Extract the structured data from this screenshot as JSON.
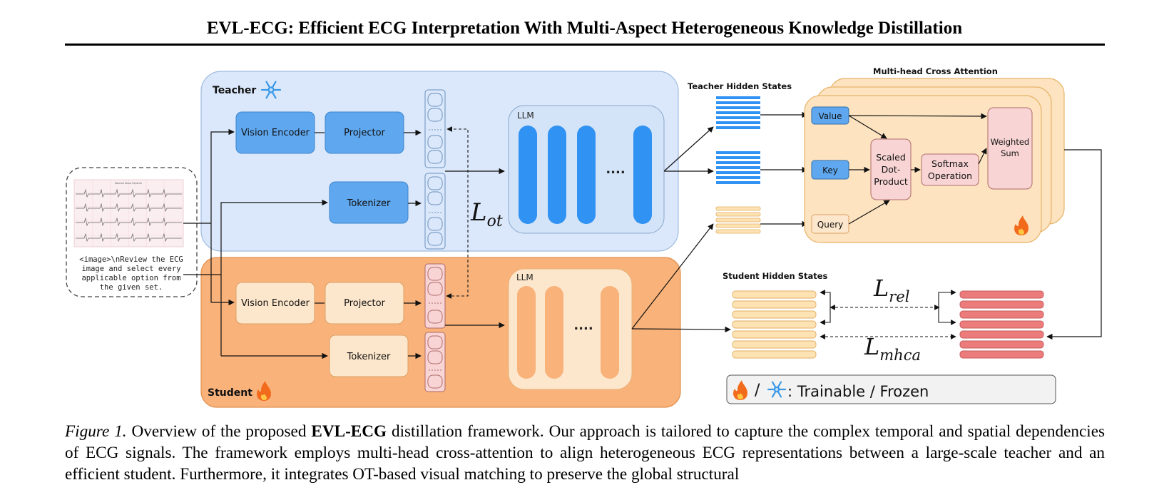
{
  "paper_title": "EVL-ECG: Efficient ECG Interpretation With Multi-Aspect Heterogeneous Knowledge Distillation",
  "diagram": {
    "teacher": {
      "label": "Teacher",
      "vision_encoder": "Vision Encoder",
      "projector": "Projector",
      "tokenizer": "Tokenizer",
      "llm": "LLM",
      "dots": "...."
    },
    "student": {
      "label": "Student",
      "vision_encoder": "Vision Encoder",
      "projector": "Projector",
      "tokenizer": "Tokenizer",
      "llm": "LLM",
      "dots": "...."
    },
    "input": {
      "ecg_title": "Normal Sinus Rhythm",
      "prompt_lines": [
        "<image>\\nReview the ECG",
        "image and select every",
        "applicable option from",
        "the given set."
      ]
    },
    "loss_ot": {
      "base": "L",
      "sub": "ot"
    },
    "loss_rel": {
      "base": "L",
      "sub": "rel"
    },
    "loss_mhca": {
      "base": "L",
      "sub": "mhca"
    },
    "teacher_hidden_states": "Teacher Hidden States",
    "student_hidden_states": "Student Hidden States",
    "mhca": {
      "title": "Multi-head Cross Attention",
      "value": "Value",
      "key": "Key",
      "query": "Query",
      "scaled_dot": [
        "Scaled",
        "Dot-",
        "Product"
      ],
      "softmax": [
        "Softmax",
        "Operation"
      ],
      "weighted_sum": [
        "Weighted",
        "Sum"
      ]
    },
    "legend": {
      "slash": "/",
      "text": ": Trainable / Frozen"
    },
    "colors": {
      "teacher_bg": "#dbe8fb",
      "student_bg": "#f8b27a",
      "blue_block": "#5fa8f0",
      "llm_bar": "#3092f2",
      "orange_light": "#fde7cc",
      "mhca_bg": "#fde3bf",
      "pink": "#f8d4d4",
      "red_state": "#ec7c7c"
    }
  },
  "caption": {
    "label": "Figure 1.",
    "text_before": " Overview of the proposed ",
    "bold": "EVL-ECG",
    "text_after": " distillation framework. Our approach is tailored to capture the complex temporal and spatial dependencies of ECG signals. The framework employs multi-head cross-attention to align heterogeneous ECG representations between a large-scale teacher and an efficient student. Furthermore, it integrates OT-based visual matching to preserve the global structural"
  }
}
